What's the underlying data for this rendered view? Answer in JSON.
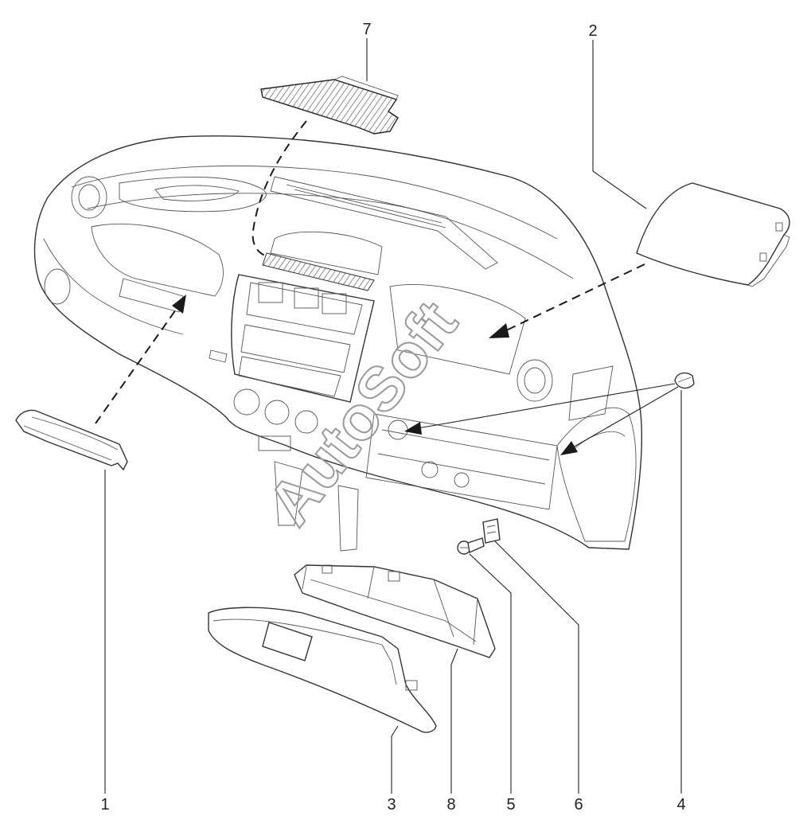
{
  "callouts": [
    {
      "id": "1",
      "text": "1"
    },
    {
      "id": "2",
      "text": "2"
    },
    {
      "id": "3",
      "text": "3"
    },
    {
      "id": "4",
      "text": "4"
    },
    {
      "id": "5",
      "text": "5"
    },
    {
      "id": "6",
      "text": "6"
    },
    {
      "id": "7",
      "text": "7"
    },
    {
      "id": "8",
      "text": "8"
    }
  ],
  "watermark": "AutoSoft",
  "colors": {
    "line": "#333333",
    "watermark": "#9a9a9a",
    "background": "#ffffff"
  }
}
